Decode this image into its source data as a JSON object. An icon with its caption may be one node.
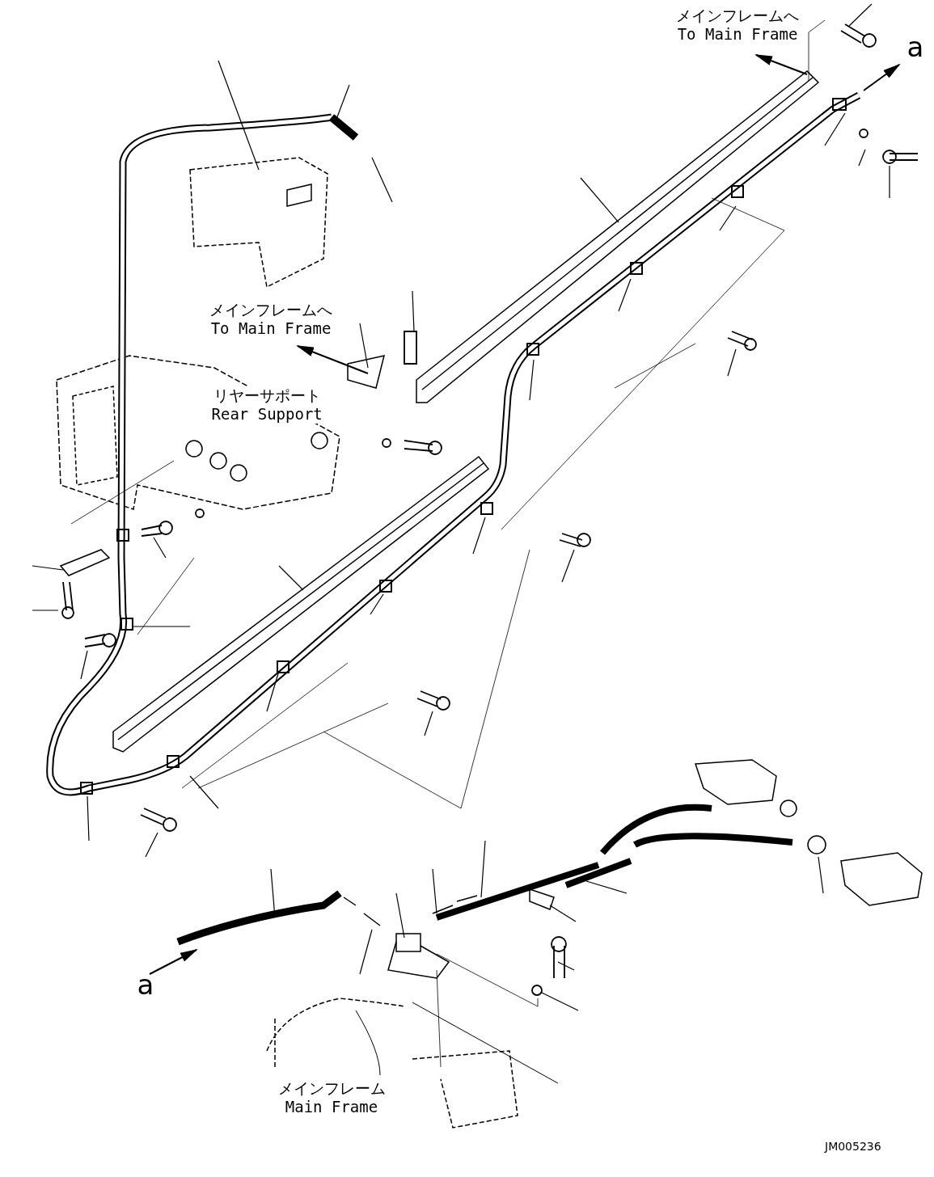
{
  "diagram": {
    "labels": [
      "メインフレームへ To Main Frame",
      "a",
      "メインフレームへ To Main Frame",
      "リヤーサポート Rear Support",
      "a",
      "メインフレーム Main Frame",
      "JM005236"
    ]
  }
}
